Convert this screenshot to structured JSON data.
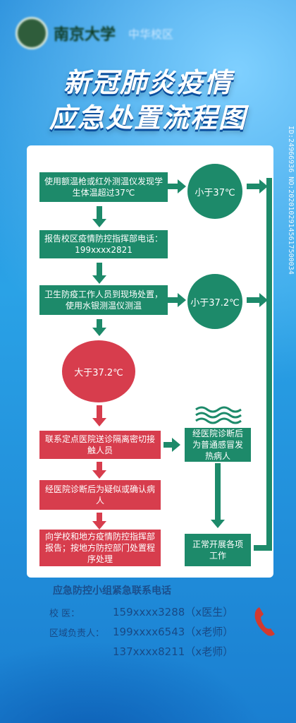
{
  "logo": {
    "name": "南京大学",
    "campus": "中华校区"
  },
  "title": {
    "line1": "新冠肺炎疫情",
    "line2": "应急处置流程图"
  },
  "watermark": "ID:24966936 NO:20201029145617500034",
  "flow": {
    "step1": "使用额温枪或红外测温仪发现学生体温超过37℃",
    "step2": "报告校区疫情防控指挥部电话：199xxxx2821",
    "step3": "卫生防疫工作人员到现场处置，使用水银测温仪测温",
    "below37": "小于37℃",
    "below372": "小于37.2℃",
    "above372": "大于37.2℃",
    "red1": "联系定点医院送诊隔离密切接触人员",
    "red2": "经医院诊断后为疑似或确认病人",
    "red3": "向学校和地方疫情防控指挥部报告；按地方防控部门处置程序处理",
    "fever": "经医院诊断后为普通感冒发热病人",
    "normal": "正常开展各项工作"
  },
  "contacts": {
    "title": "应急防控小组紧急联系电话",
    "rows": [
      {
        "label": "校      医：",
        "value": "159xxxx3288（x医生）"
      },
      {
        "label": "区域负责人：",
        "value": "199xxxx6543（x老师）"
      },
      {
        "label": "",
        "value": "137xxxx8211（x老师）"
      }
    ]
  },
  "colors": {
    "green": "#1d8a6a",
    "red": "#d73d4d",
    "blue": "#1f8fd8"
  }
}
